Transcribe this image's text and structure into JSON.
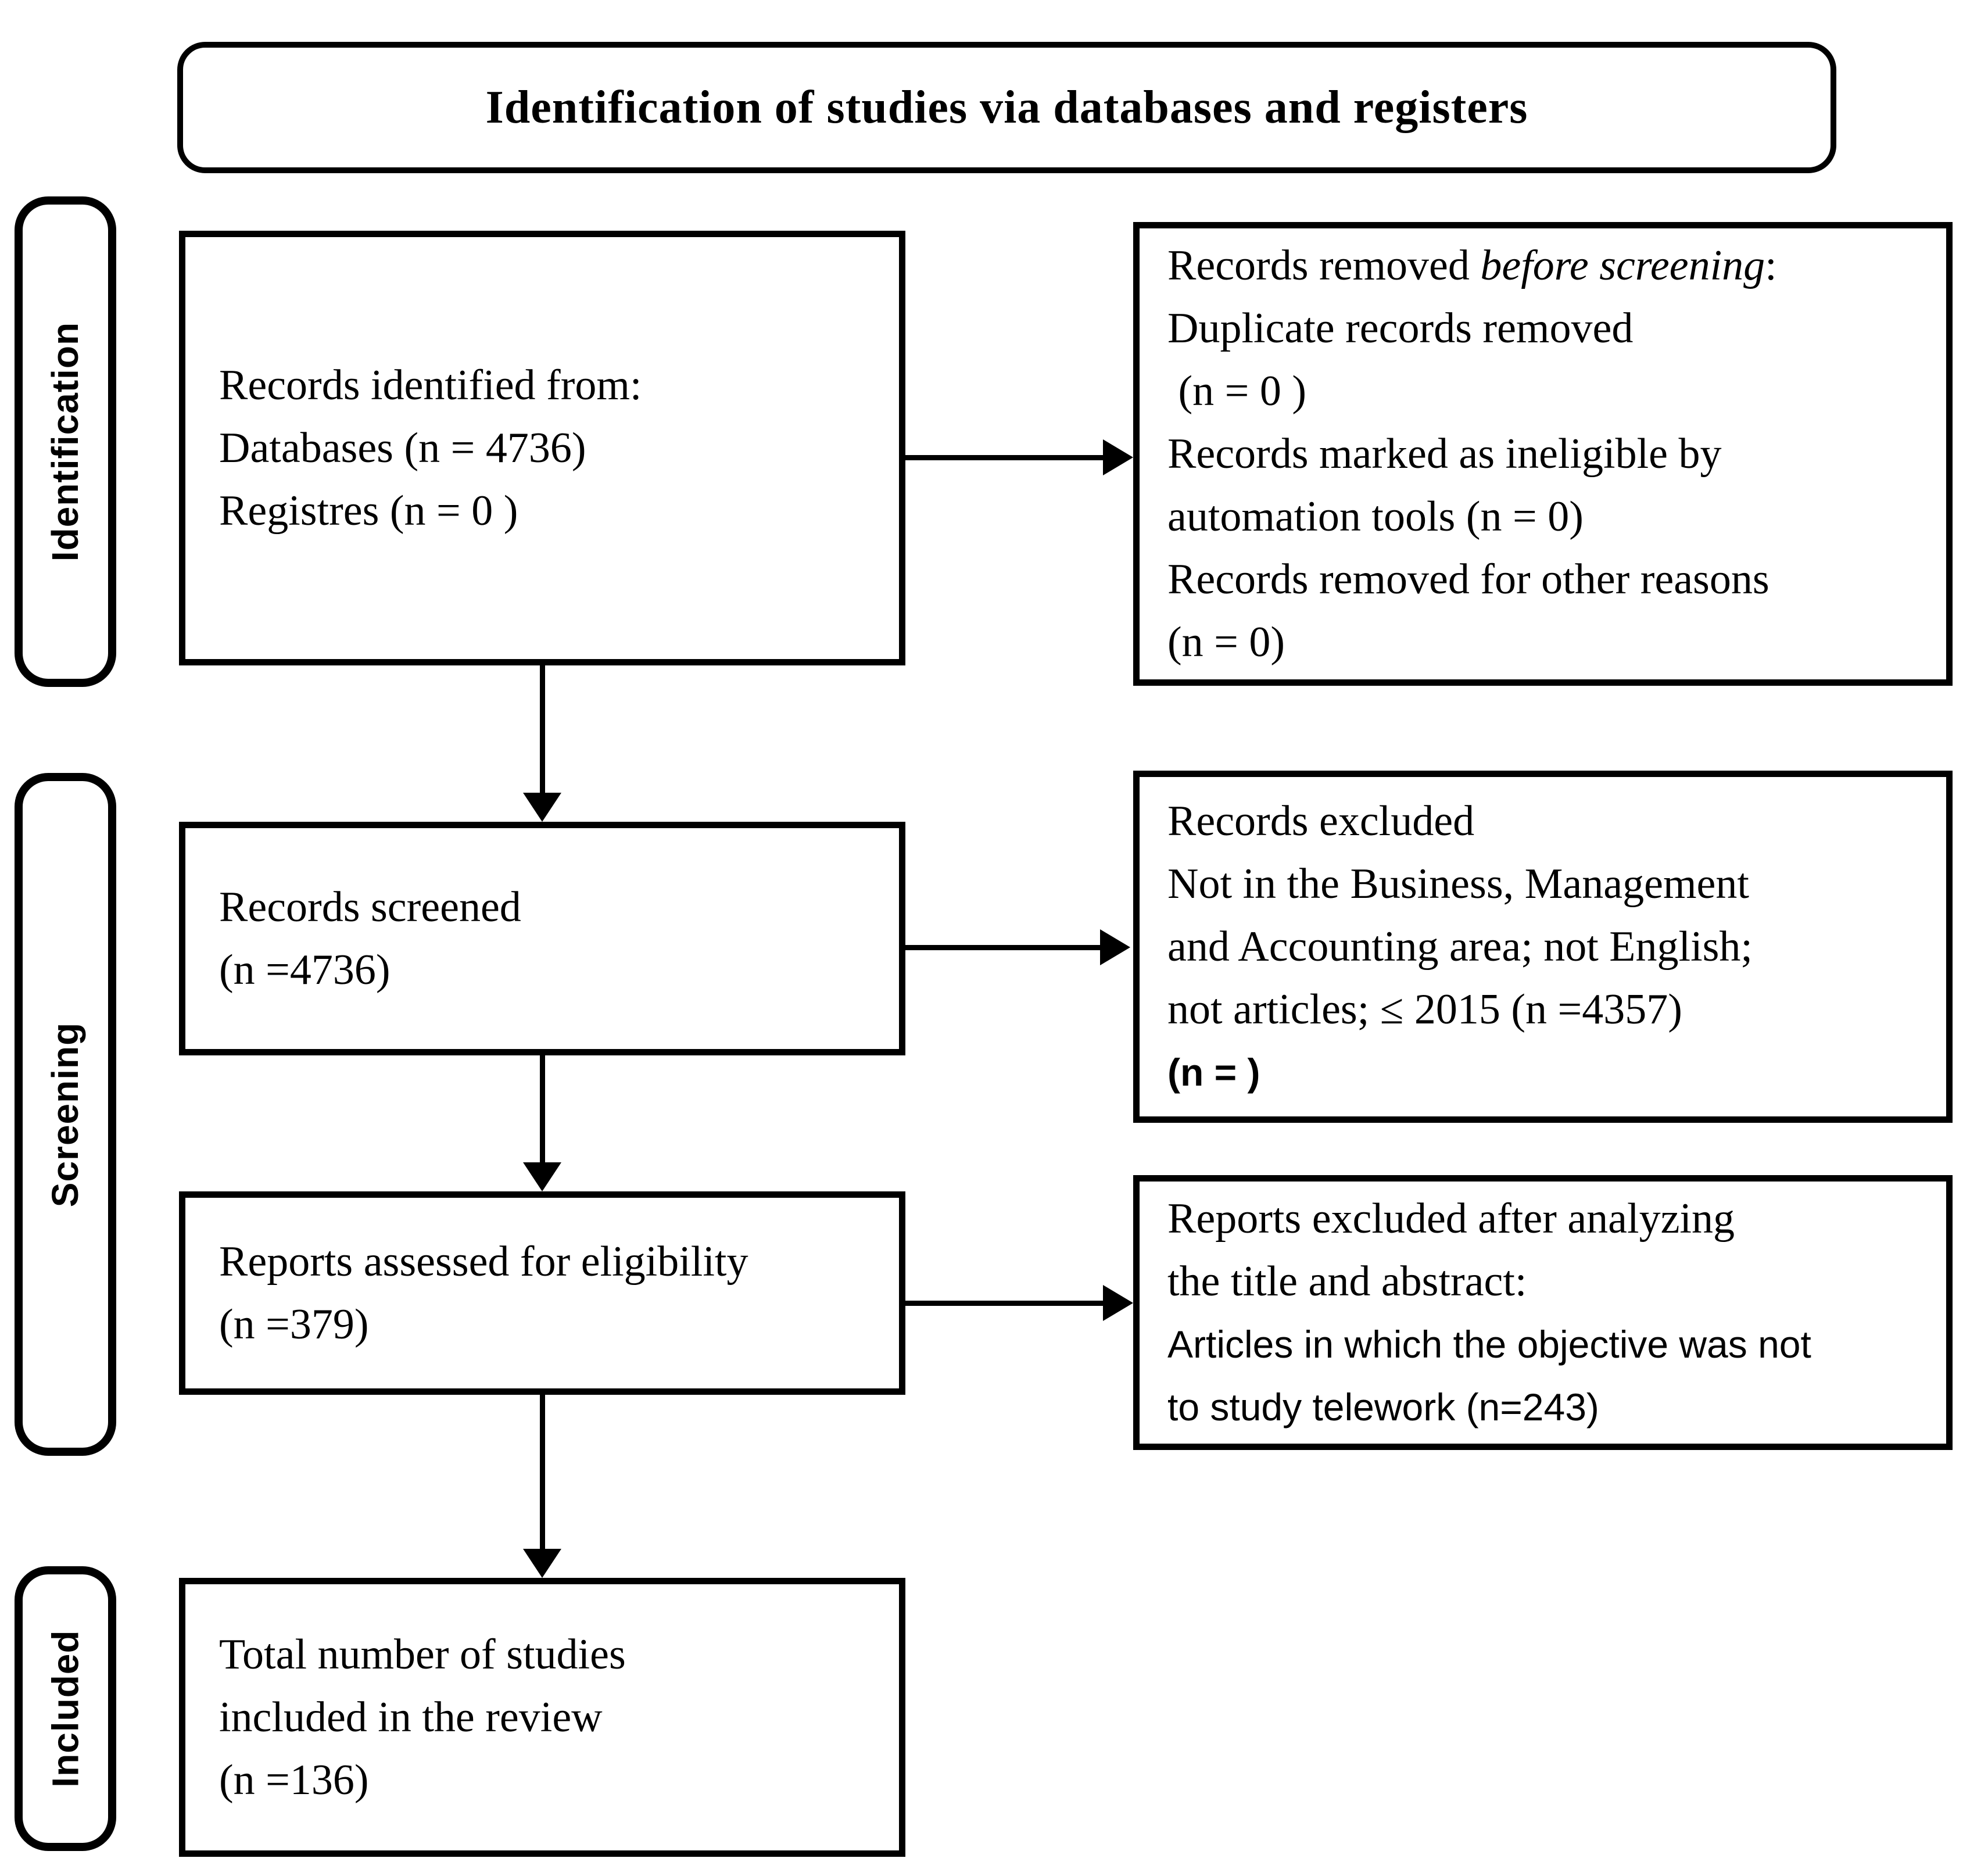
{
  "title": "Identification of studies via databases and registers",
  "side_labels": {
    "identification": "Identification",
    "screening": "Screening",
    "included": "Included"
  },
  "boxes": {
    "records_identified": {
      "lines": [
        "Records identified from:",
        "Databases (n = 4736)",
        "Registres (n = 0 )"
      ]
    },
    "records_removed": {
      "line1_prefix": "Records removed ",
      "line1_italic": "before screening",
      "line1_suffix": ":",
      "lines": [
        "Duplicate records removed",
        " (n = 0 )",
        "Records marked as ineligible by",
        "automation tools (n = 0)",
        "Records removed for other reasons",
        "(n = 0)"
      ]
    },
    "records_screened": {
      "lines": [
        "Records screened",
        "(n =4736)"
      ]
    },
    "records_excluded": {
      "serif_lines": [
        "Records excluded",
        "Not in the Business, Management",
        "and Accounting area; not English;",
        "not articles; ≤ 2015 (n =4357)"
      ],
      "sans_line": "(n = )"
    },
    "reports_assessed": {
      "lines": [
        "Reports assessed for eligibility",
        "(n =379)"
      ]
    },
    "reports_excluded": {
      "serif_lines": [
        "Reports excluded after analyzing",
        "the title and abstract:"
      ],
      "sans_lines": [
        "Articles in which the objective was not",
        "to study telework (n=243)"
      ]
    },
    "included_total": {
      "lines": [
        "Total number of studies",
        "included in the review",
        "(n =136)"
      ]
    }
  },
  "colors": {
    "ink": "#000000",
    "background": "#ffffff"
  }
}
